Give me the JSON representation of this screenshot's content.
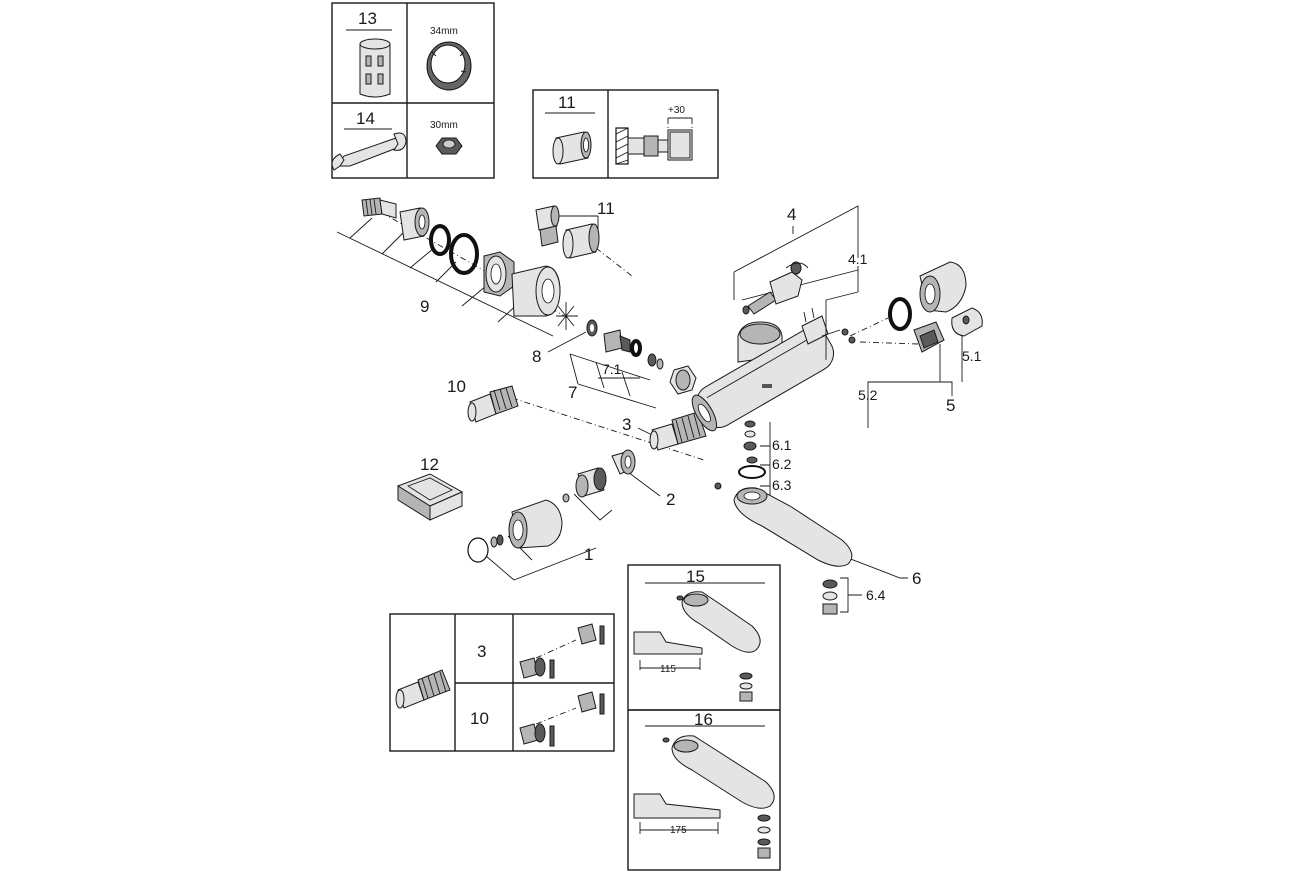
{
  "inset_tools": {
    "part_13": "13",
    "size_13": "34mm",
    "part_14": "14",
    "size_14": "30mm"
  },
  "inset_extension": {
    "part_11": "11",
    "extension": "+30"
  },
  "callouts": {
    "c11": "11",
    "c9": "9",
    "c8": "8",
    "c7": "7",
    "c7_1": "7.1",
    "c10": "10",
    "c3": "3",
    "c12": "12",
    "c2": "2",
    "c1": "1",
    "c4": "4",
    "c4_1": "4.1",
    "c5_1": "5.1",
    "c5_2": "5.2",
    "c5": "5",
    "c6_1": "6.1",
    "c6_2": "6.2",
    "c6_3": "6.3",
    "c6": "6",
    "c6_4": "6.4"
  },
  "inset_spout_15": {
    "number": "15",
    "length": "115"
  },
  "inset_spout_16": {
    "number": "16",
    "length": "175"
  },
  "inset_cartridge": {
    "part_3": "3",
    "part_10": "10"
  }
}
